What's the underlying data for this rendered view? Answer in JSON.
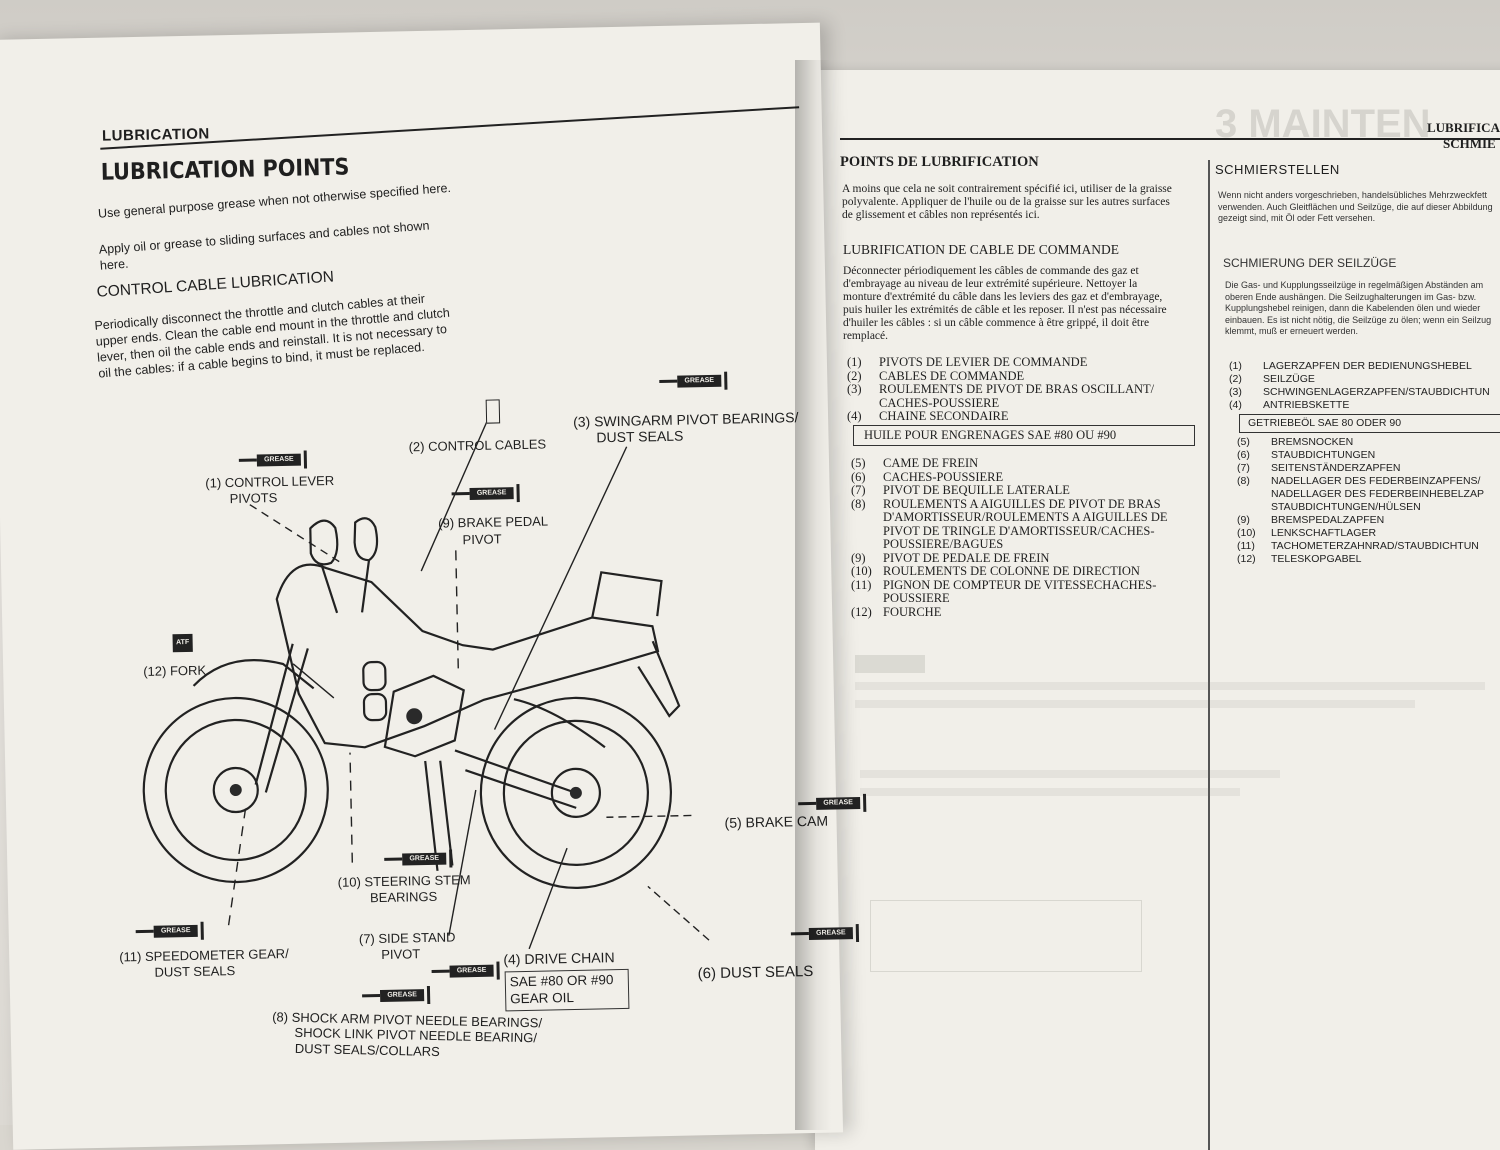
{
  "left_page": {
    "section_header": "LUBRICATION",
    "title": "LUBRICATION POINTS",
    "intro_1": "Use general purpose grease when not otherwise specified here.",
    "intro_2": "Apply oil or grease to sliding surfaces and cables not shown here.",
    "subhead": "CONTROL CABLE LUBRICATION",
    "paragraph": "Periodically disconnect the throttle and clutch cables at their upper ends. Clean the cable end mount in the throttle and clutch lever, then oil the cable ends and reinstall. It is not necessary to oil the cables: if a cable begins to bind, it must be replaced.",
    "grease_symbol": "GREASE",
    "atf_symbol": "ATF",
    "labels": {
      "l1": "(1) CONTROL LEVER",
      "l1b": "PIVOTS",
      "l2": "(2) CONTROL CABLES",
      "l3": "(3) SWINGARM PIVOT BEARINGS/",
      "l3b": "DUST SEALS",
      "l4": "(4) DRIVE CHAIN",
      "l4box1": "SAE #80 OR #90",
      "l4box2": "GEAR OIL",
      "l5": "(5) BRAKE CAM",
      "l6": "(6) DUST SEALS",
      "l7": "(7) SIDE STAND",
      "l7b": "PIVOT",
      "l8": "(8) SHOCK ARM PIVOT NEEDLE BEARINGS/",
      "l8b": "SHOCK LINK PIVOT NEEDLE BEARING/",
      "l8c": "DUST SEALS/COLLARS",
      "l9": "(9) BRAKE PEDAL",
      "l9b": "PIVOT",
      "l10": "(10) STEERING STEM",
      "l10b": "BEARINGS",
      "l11": "(11) SPEEDOMETER GEAR/",
      "l11b": "DUST SEALS",
      "l12": "(12) FORK"
    }
  },
  "right_page": {
    "header_top": "LUBRIFICA",
    "header_bottom": "SCHMIE",
    "french": {
      "title": "POINTS DE LUBRIFICATION",
      "intro": "A moins que cela ne soit contrairement spécifié ici, utiliser de la graisse polyvalente. Appliquer de l'huile ou de la graisse sur les autres surfaces de glissement et câbles non représentés ici.",
      "subhead": "LUBRIFICATION DE CABLE DE COMMANDE",
      "paragraph": "Déconnecter périodiquement les câbles de commande des gaz et d'embrayage au niveau de leur extrémité supérieure. Nettoyer la monture d'extrémité du câble dans les leviers des gaz et d'embrayage, puis huiler les extrémités de câble et les reposer. Il n'est pas nécessaire d'huiler les câbles : si un câble commence à être grippé, il doit être remplacé.",
      "list_a": [
        {
          "n": "(1)",
          "t": "PIVOTS DE LEVIER DE COMMANDE"
        },
        {
          "n": "(2)",
          "t": "CABLES DE COMMANDE"
        },
        {
          "n": "(3)",
          "t": "ROULEMENTS DE PIVOT DE BRAS OSCILLANT/"
        },
        {
          "n": "",
          "t": "CACHES-POUSSIERE"
        },
        {
          "n": "(4)",
          "t": "CHAINE SECONDAIRE"
        }
      ],
      "oil_box": "HUILE POUR ENGRENAGES SAE #80 OU #90",
      "list_b": [
        {
          "n": "(5)",
          "t": "CAME DE FREIN"
        },
        {
          "n": "(6)",
          "t": "CACHES-POUSSIERE"
        },
        {
          "n": "(7)",
          "t": "PIVOT DE BEQUILLE LATERALE"
        },
        {
          "n": "(8)",
          "t": "ROULEMENTS A AIGUILLES DE PIVOT DE BRAS"
        },
        {
          "n": "",
          "t": "D'AMORTISSEUR/ROULEMENTS A AIGUILLES DE"
        },
        {
          "n": "",
          "t": "PIVOT DE TRINGLE D'AMORTISSEUR/CACHES-"
        },
        {
          "n": "",
          "t": "POUSSIERE/BAGUES"
        },
        {
          "n": "(9)",
          "t": "PIVOT DE PEDALE DE FREIN"
        },
        {
          "n": "(10)",
          "t": "ROULEMENTS DE COLONNE DE DIRECTION"
        },
        {
          "n": "(11)",
          "t": "PIGNON DE COMPTEUR DE VITESSECHACHES-"
        },
        {
          "n": "",
          "t": "POUSSIERE"
        },
        {
          "n": "(12)",
          "t": "FOURCHE"
        }
      ]
    },
    "german": {
      "title": "SCHMIERSTELLEN",
      "intro": "Wenn nicht anders vorgeschrieben, handelsübliches Mehrzweckfett verwenden. Auch Gleitflächen und Seilzüge, die auf dieser Abbildung gezeigt sind, mit Öl oder Fett versehen.",
      "subhead": "SCHMIERUNG DER SEILZÜGE",
      "paragraph": "Die Gas- und Kupplungsseilzüge in regelmäßigen Abständen am oberen Ende aushängen. Die Seilzughalterungen im Gas- bzw. Kupplungshebel reinigen, dann die Kabelenden ölen und wieder einbauen. Es ist nicht nötig, die Seilzüge zu ölen; wenn ein Seilzug klemmt, muß er erneuert werden.",
      "list_a": [
        {
          "n": "(1)",
          "t": "LAGERZAPFEN DER BEDIENUNGSHEBEL"
        },
        {
          "n": "(2)",
          "t": "SEILZÜGE"
        },
        {
          "n": "(3)",
          "t": "SCHWINGENLAGERZAPFEN/STAUBDICHTUN"
        },
        {
          "n": "(4)",
          "t": "ANTRIEBSKETTE"
        }
      ],
      "oil_box": "GETRIEBEÖL SAE 80 ODER 90",
      "list_b": [
        {
          "n": "(5)",
          "t": "BREMSNOCKEN"
        },
        {
          "n": "(6)",
          "t": "STAUBDICHTUNGEN"
        },
        {
          "n": "(7)",
          "t": "SEITENSTÄNDERZAPFEN"
        },
        {
          "n": "(8)",
          "t": "NADELLAGER DES FEDERBEINZAPFENS/"
        },
        {
          "n": "",
          "t": "NADELLAGER DES FEDERBEINHEBELZAP"
        },
        {
          "n": "",
          "t": "STAUBDICHTUNGEN/HÜLSEN"
        },
        {
          "n": "(9)",
          "t": "BREMSPEDALZAPFEN"
        },
        {
          "n": "(10)",
          "t": "LENKSCHAFTLAGER"
        },
        {
          "n": "(11)",
          "t": "TACHOMETERZAHNRAD/STAUBDICHTUN"
        },
        {
          "n": "(12)",
          "t": "TELESKOPGABEL"
        }
      ]
    }
  }
}
